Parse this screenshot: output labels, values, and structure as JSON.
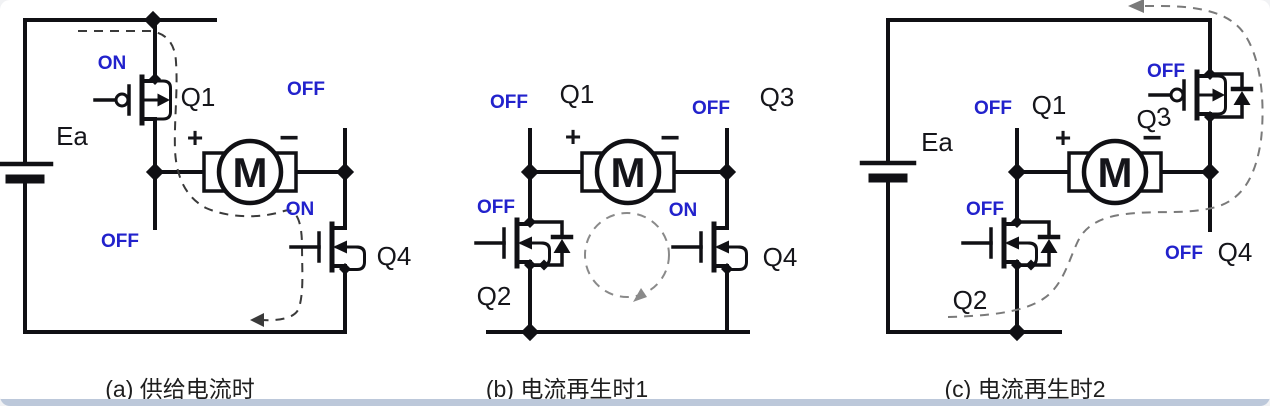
{
  "colors": {
    "wire": "#101014",
    "state_label_blue": "#2222cc",
    "dashed_path_a": "#3a3a3a",
    "dashed_path_b": "#8a8a8a",
    "dashed_path_c": "#7a7a7a",
    "bottom_edge_bar": "#bcc8da"
  },
  "panels": [
    {
      "caption": "(a)  供给电流时",
      "labels": {
        "battery": "Ea",
        "q1_state": "ON",
        "q1": "Q1",
        "q3_state": "OFF",
        "q2_state": "OFF",
        "q4_state": "ON",
        "q4": "Q4",
        "motor": "M",
        "plus": "+",
        "minus": "−"
      }
    },
    {
      "caption": "(b)  电流再生时1",
      "labels": {
        "q1_state": "OFF",
        "q1": "Q1",
        "q3_state": "OFF",
        "q3": "Q3",
        "q2_state": "OFF",
        "q2": "Q2",
        "q4_state": "ON",
        "q4": "Q4",
        "motor": "M",
        "plus": "+",
        "minus": "−"
      }
    },
    {
      "caption": "(c)  电流再生时2",
      "labels": {
        "battery": "Ea",
        "q1_state": "OFF",
        "q1": "Q1",
        "q3_state": "OFF",
        "q3": "Q3",
        "q2_state": "OFF",
        "q2": "Q2",
        "q4_state": "OFF",
        "q4": "Q4",
        "motor": "M",
        "plus": "+",
        "minus": "−"
      }
    }
  ]
}
